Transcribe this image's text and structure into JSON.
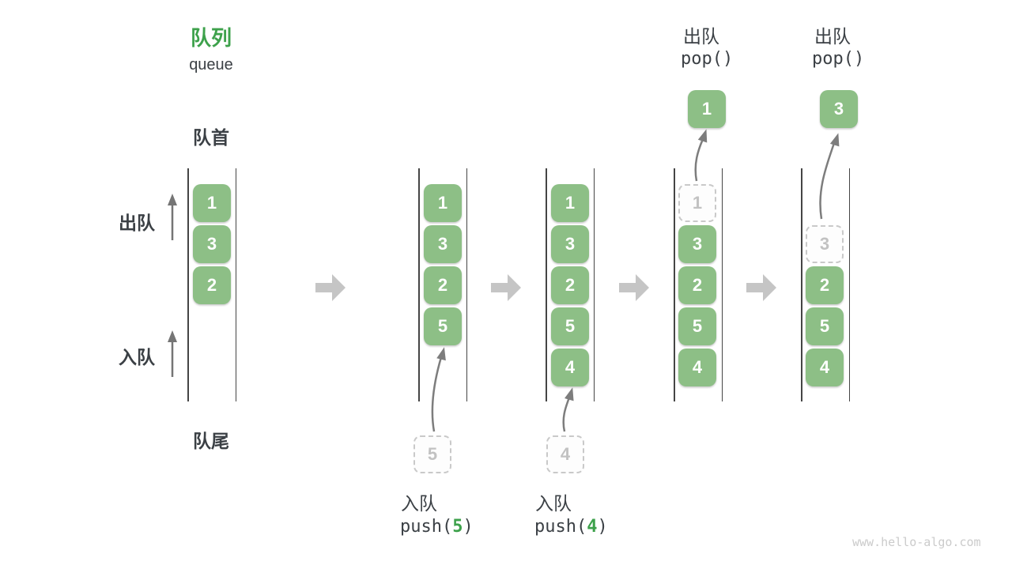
{
  "title": {
    "zh": "队列",
    "en": "queue"
  },
  "labels": {
    "front": "队首",
    "rear": "队尾",
    "dequeue": "出队",
    "enqueue": "入队"
  },
  "ops": {
    "push5": {
      "label": "入队",
      "fn_open": "push(",
      "arg": "5",
      "fn_close": ")"
    },
    "push4": {
      "label": "入队",
      "fn_open": "push(",
      "arg": "4",
      "fn_close": ")"
    },
    "pop1": {
      "label": "出队",
      "fn": "pop()"
    },
    "pop2": {
      "label": "出队",
      "fn": "pop()"
    }
  },
  "states": [
    {
      "name": "initial",
      "boxes": [
        {
          "value": "1"
        },
        {
          "value": "3"
        },
        {
          "value": "2"
        }
      ]
    },
    {
      "name": "after-push-5",
      "incoming": "5",
      "boxes": [
        {
          "value": "1"
        },
        {
          "value": "3"
        },
        {
          "value": "2"
        },
        {
          "value": "5"
        }
      ]
    },
    {
      "name": "after-push-4",
      "incoming": "4",
      "boxes": [
        {
          "value": "1"
        },
        {
          "value": "3"
        },
        {
          "value": "2"
        },
        {
          "value": "5"
        },
        {
          "value": "4"
        }
      ]
    },
    {
      "name": "after-pop-1",
      "ghost": "1",
      "popped": "1",
      "boxes": [
        {
          "value": "3"
        },
        {
          "value": "2"
        },
        {
          "value": "5"
        },
        {
          "value": "4"
        }
      ]
    },
    {
      "name": "after-pop-3",
      "ghost": "3",
      "popped": "3",
      "boxes": [
        {
          "value": "2"
        },
        {
          "value": "5"
        },
        {
          "value": "4"
        }
      ]
    }
  ],
  "colors": {
    "box_green": "#8dbf86",
    "accent_green": "#3da14b",
    "ghost_gray": "#c2c2c2",
    "line_dark": "#454545",
    "block_arrow_gray": "#c5c5c5",
    "thin_arrow_gray": "#757575"
  },
  "watermark": "www.hello-algo.com"
}
